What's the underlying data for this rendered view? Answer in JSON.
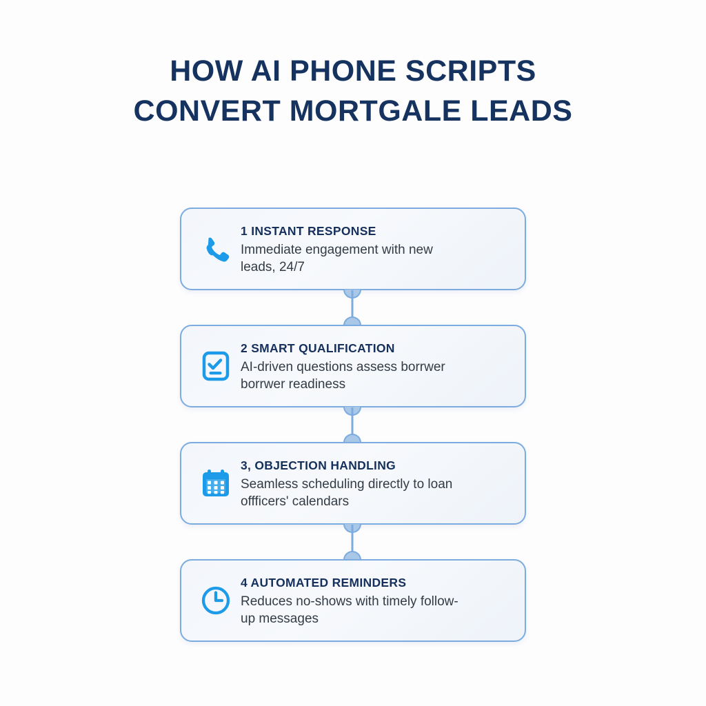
{
  "page": {
    "background_color": "#FDFDFE",
    "title_lines": [
      "HOW AI PHONE SCRIPTS",
      "CONVERT MORTGALE LEADS"
    ]
  },
  "theme": {
    "title_color": "#16335F",
    "heading_color": "#15305C",
    "body_color": "#333B45",
    "card_border_color": "#7CABDF",
    "card_fill_color": "#F4F7FB",
    "icon_color": "#1E9BE8",
    "connector_color": "#7CABDF",
    "connector_node_color": "#A9C8E8"
  },
  "flow": {
    "steps": [
      {
        "number": "1",
        "heading": "1 INSTANT RESPONSE",
        "description": "Immediate engagement with new leads, 24/7",
        "icon": "phone-icon"
      },
      {
        "number": "2",
        "heading": "2 SMART QUALIFICATION",
        "description": "AI-driven questions assess borrwer borrwer readiness",
        "icon": "checklist-icon"
      },
      {
        "number": "3",
        "heading": "3, OBJECTION HANDLING",
        "description": "Seamless scheduling directly to loan offficers' calendars",
        "icon": "calendar-icon"
      },
      {
        "number": "4",
        "heading": "4 AUTOMATED REMINDERS",
        "description": "Reduces no-shows with timely follow-up messages",
        "icon": "clock-icon"
      }
    ]
  }
}
